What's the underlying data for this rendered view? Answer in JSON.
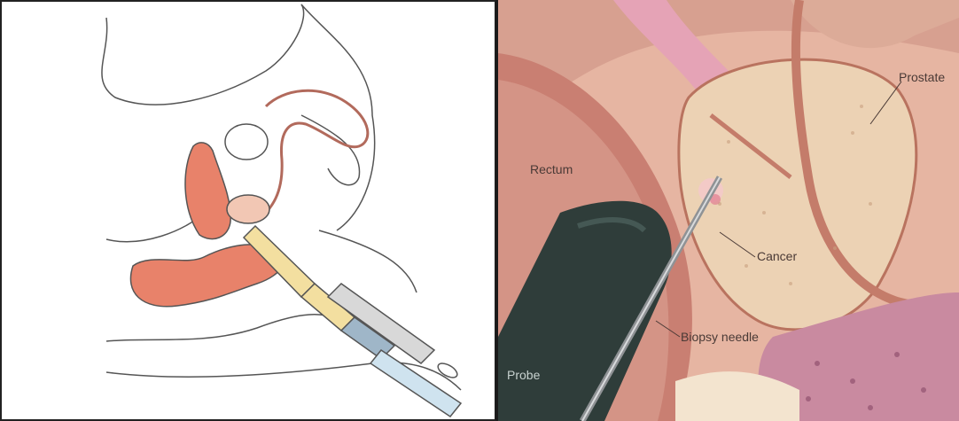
{
  "left_panel": {
    "description_labels": []
  },
  "right_panel": {
    "labels": {
      "prostate": "Prostate",
      "rectum": "Rectum",
      "cancer": "Cancer",
      "biopsy_needle": "Biopsy needle",
      "probe": "Probe"
    }
  },
  "colors": {
    "tissue_pink": "#e9b8a6",
    "organ_orange": "#e8826a",
    "prostate_beige": "#ecd2b4",
    "probe_dark": "#2f3d3a",
    "outline": "#3a3a3a"
  }
}
